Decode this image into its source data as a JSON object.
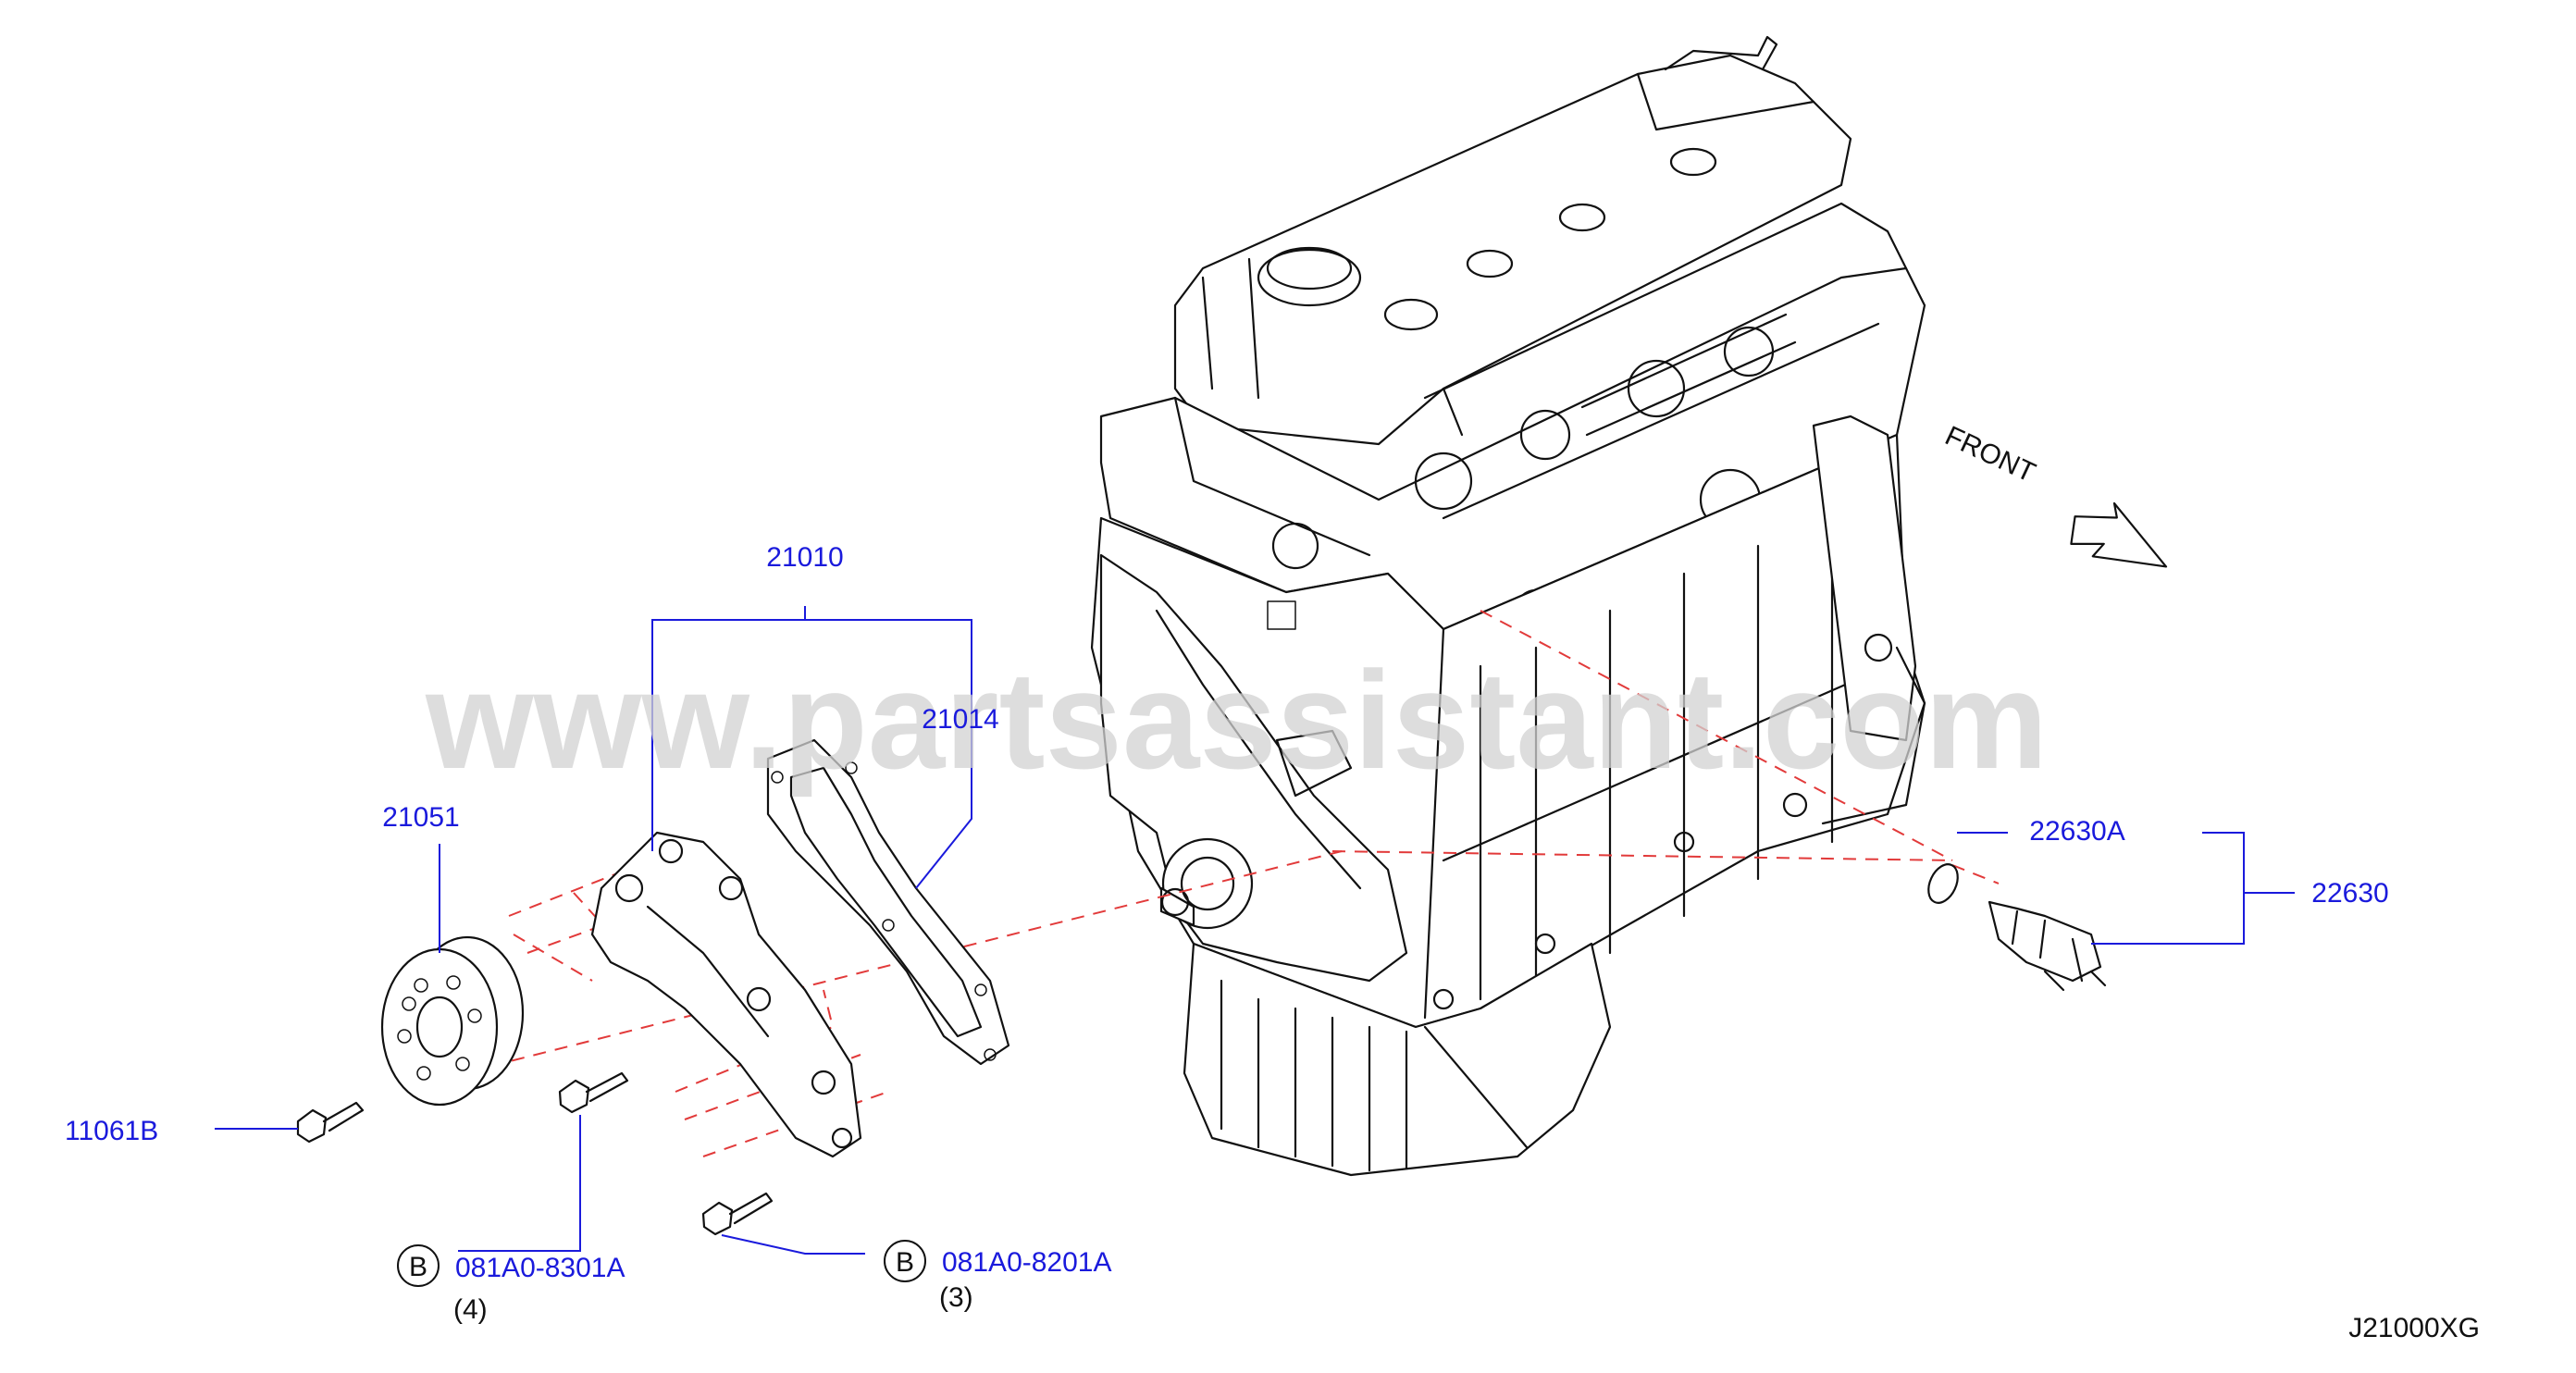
{
  "watermark": "www.partsassistant.com",
  "front_label": "FRONT",
  "diagram_code": "J21000XG",
  "callouts": {
    "p21010": "21010",
    "p21014": "21014",
    "p21051": "21051",
    "p11061B": "11061B",
    "p22630A": "22630A",
    "p22630": "22630",
    "bolt_a": {
      "circle": "B",
      "part": "081A0-8301A",
      "qty": "(4)"
    },
    "bolt_b": {
      "circle": "B",
      "part": "081A0-8201A",
      "qty": "(3)"
    }
  },
  "colors": {
    "callout": "#1a1adc",
    "centerline": "#e23a3a",
    "watermark": "#d2d2d2"
  }
}
